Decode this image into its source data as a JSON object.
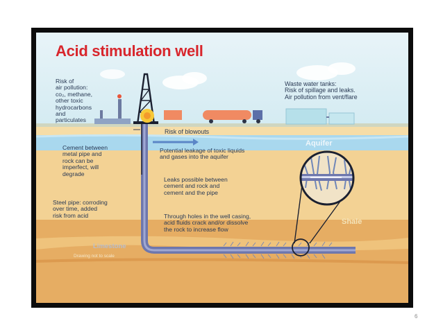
{
  "title": "Acid stimulation well",
  "labels": {
    "air_pollution": "Risk of\nair pollution:\nco₂, methane,\nother toxic\nhydrocarbons\nand\nparticulates",
    "waste_water": "Waste water tanks:\nRisk of spillage and leaks.\nAir pollution from vent/flare",
    "blowouts": "Risk of blowouts",
    "cement": "Cement between\nmetal pipe and\nrock can be\nimperfect, will\ndegrade",
    "aquifer_leak": "Potential leakage of toxic liquids\nand gases into the aquifer",
    "leaks": "Leaks possible between\ncement and rock and\ncement and the pipe",
    "steel_pipe": "Steel pipe: corroding\nover time, added\nrisk from acid",
    "acid_holes": "Through holes in the well casing,\nacid fluids crack and/or dissolve\nthe rock to increase flow"
  },
  "layers": {
    "aquifer": "Aquifer",
    "shale": "Shale",
    "limestone": "Limestone"
  },
  "note": "Drawing not to scale",
  "page_number": "6",
  "colors": {
    "title": "#d8262c",
    "sky": "#dff0f5",
    "aquifer": "#a9d8ee",
    "soil": "#f3d294",
    "shale": "#e6ad63",
    "limestone": "#e0a85a",
    "pipe": "#7c84b5",
    "flame": "#f7c836"
  }
}
